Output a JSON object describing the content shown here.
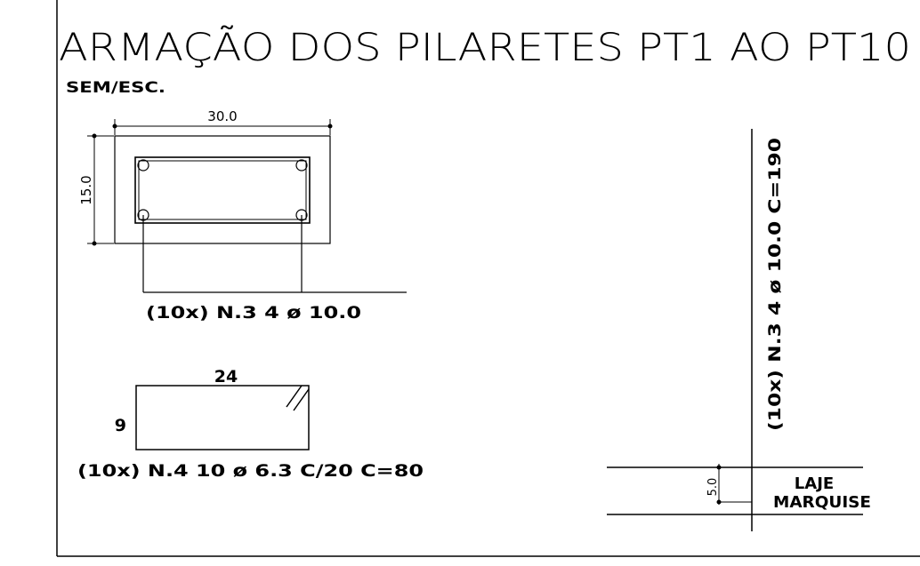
{
  "drawing": {
    "title": "ARMAÇÃO DOS PILARETES PT1 AO PT10",
    "scale_note": "SEM/ESC."
  },
  "section": {
    "width_dim": "30.0",
    "height_dim": "15.0",
    "rebar_callout": "(10x) N.3  4  ø  10.0"
  },
  "stirrup": {
    "top_dim": "24",
    "side_dim": "9",
    "callout": "(10x) N.4  10  ø  6.3  C/20  C=80"
  },
  "elevation": {
    "vertical_callout": "(10x)  N.3  4  ø  10.0  C=190",
    "embed_dim": "5.0",
    "slab_label_line1": "LAJE",
    "slab_label_line2": "MARQUISE"
  }
}
